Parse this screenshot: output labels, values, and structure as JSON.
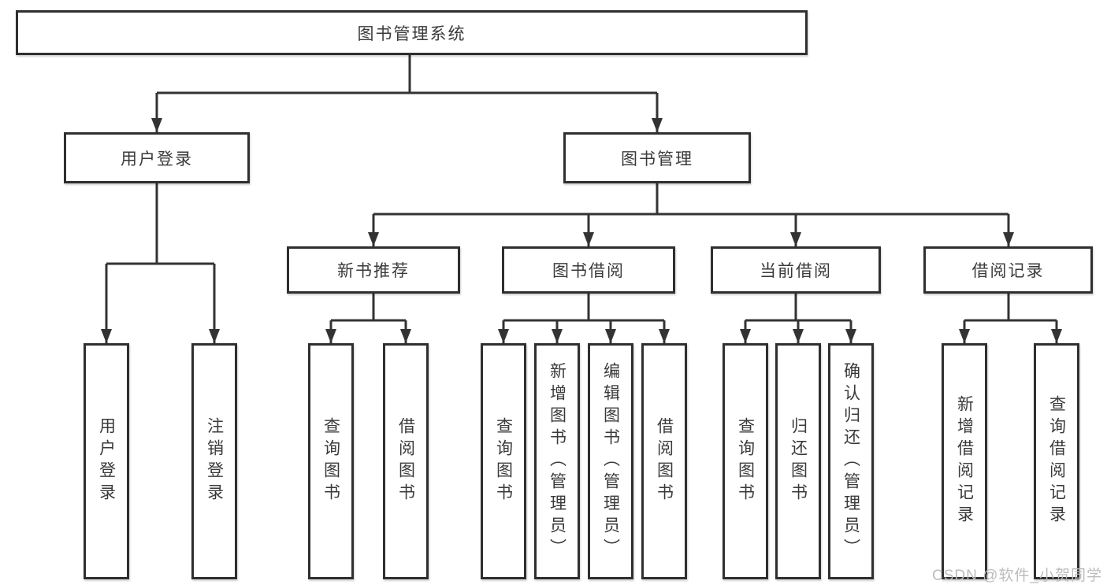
{
  "colors": {
    "line": "#333333",
    "box_border": "#2f2f2f",
    "text": "#3a3a3a",
    "background": "#ffffff",
    "watermark": "#bcbcbc"
  },
  "chart_type": "org-tree-diagram",
  "tree": {
    "root": "图书管理系统",
    "branches": [
      {
        "label": "用户登录",
        "children": [
          "用户登录",
          "注销登录"
        ]
      },
      {
        "label": "图书管理",
        "groups": [
          {
            "label": "新书推荐",
            "children": [
              "查询图书",
              "借阅图书"
            ]
          },
          {
            "label": "图书借阅",
            "children": [
              "查询图书",
              "新增图书（管理员）",
              "编辑图书（管理员）",
              "借阅图书"
            ]
          },
          {
            "label": "当前借阅",
            "children": [
              "查询图书",
              "归还图书",
              "确认归还（管理员）"
            ]
          },
          {
            "label": "借阅记录",
            "children": [
              "新增借阅记录",
              "查询借阅记录"
            ]
          }
        ]
      }
    ]
  },
  "watermark": {
    "text": "CSDN @软件_小贺同学"
  }
}
